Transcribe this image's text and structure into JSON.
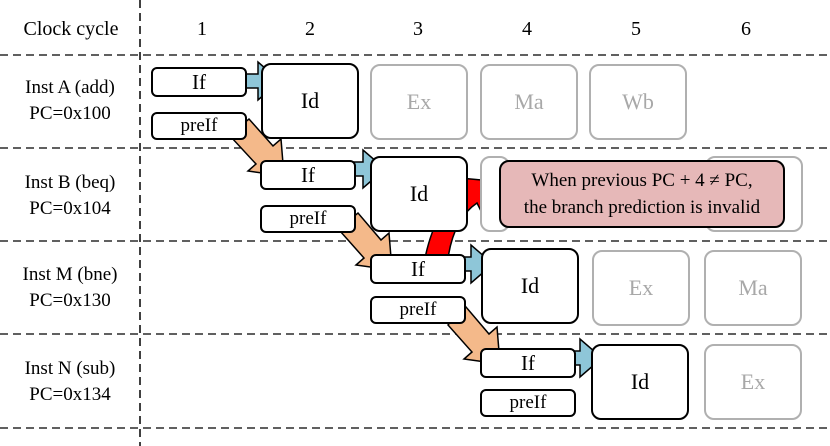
{
  "header": {
    "label": "Clock cycle",
    "cycles": [
      "1",
      "2",
      "3",
      "4",
      "5",
      "6"
    ]
  },
  "rows": [
    {
      "name": "Inst A (add)",
      "pc": "PC=0x100"
    },
    {
      "name": "Inst B (beq)",
      "pc": "PC=0x104"
    },
    {
      "name": "Inst M (bne)",
      "pc": "PC=0x130"
    },
    {
      "name": "Inst N (sub)",
      "pc": "PC=0x134"
    }
  ],
  "stages": {
    "if": "If",
    "preif": "preIf",
    "id": "Id",
    "ex": "Ex",
    "ma": "Ma",
    "wb": "Wb"
  },
  "note": {
    "line1": "When previous PC + 4 ≠ PC,",
    "line2": "the branch prediction is invalid"
  },
  "colors": {
    "blue_arrow": "#8ec6d8",
    "orange_arrow": "#f4b98a",
    "red_arrow": "#ff0000",
    "note_fill": "#e6b8b8",
    "dim_stage": "#b0b0b0"
  }
}
